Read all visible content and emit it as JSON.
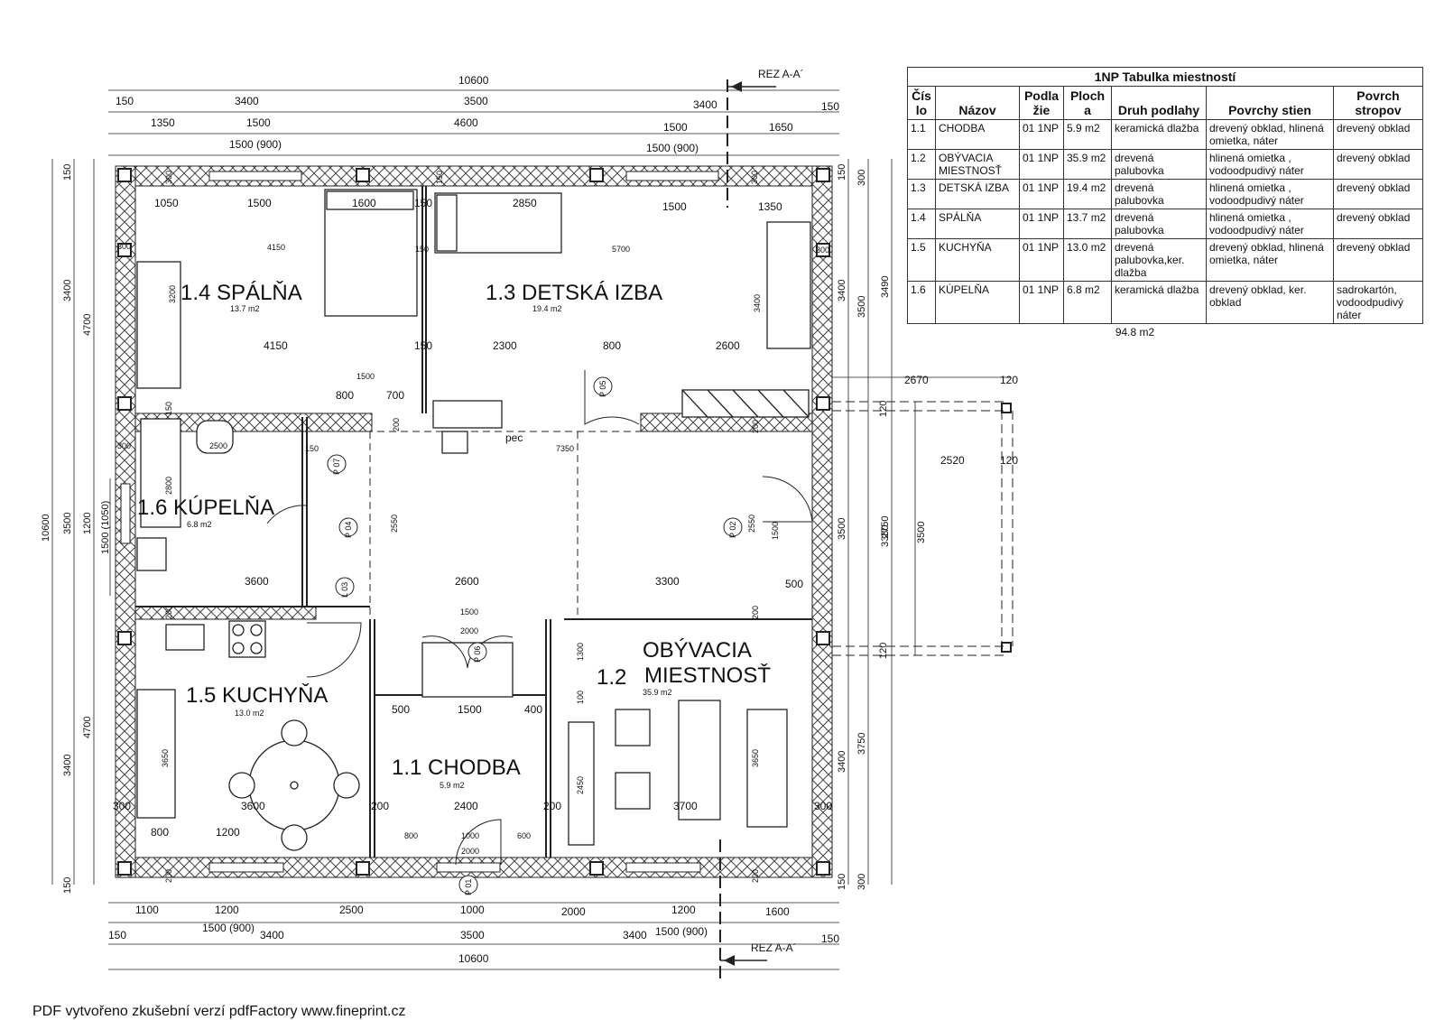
{
  "section_marks": {
    "top": "REZ A-A´",
    "bottom": "REZ A-A´"
  },
  "rooms": [
    {
      "number": "1.4",
      "name": "SPÁLŇA",
      "area": "13.7 m2"
    },
    {
      "number": "1.3",
      "name": "DETSKÁ IZBA",
      "area": "19.4 m2"
    },
    {
      "number": "1.6",
      "name": "KÚPELŇA",
      "area": "6.8 m2"
    },
    {
      "number": "1.5",
      "name": "KUCHYŇA",
      "area": "13.0 m2"
    },
    {
      "number": "1.1",
      "name": "CHODBA",
      "area": "5.9 m2"
    },
    {
      "number": "1.2",
      "name": "OBÝVACIA",
      "name_line2": "MIESTNOSŤ",
      "area": "35.9 m2"
    }
  ],
  "top_dimensions": {
    "overall": "10600",
    "row1": [
      "150",
      "3400",
      "3500",
      "3400",
      "150"
    ],
    "row2": [
      "1350",
      "1500",
      "4600",
      "1500",
      "1650"
    ],
    "row3": [
      "1500 (900)",
      "1500 (900)"
    ]
  },
  "bottom_dimensions": {
    "overall": "10600",
    "row1": [
      "1100",
      "1200",
      "2500",
      "1000",
      "2000",
      "1200",
      "1600"
    ],
    "row2": [
      "1500 (900)",
      "1500 (900)"
    ],
    "row3": [
      "150",
      "3400",
      "3500",
      "3400",
      "150"
    ]
  },
  "left_dimensions": {
    "overall": "10600",
    "col1": [
      "150",
      "3400",
      "3500",
      "3400",
      "150"
    ],
    "col2": [
      "4700",
      "1200",
      "4700"
    ],
    "col3": [
      "1500 (1050)"
    ]
  },
  "right_dimensions": {
    "col1": [
      "150",
      "3400",
      "3500",
      "3400",
      "150"
    ],
    "col2": [
      "300",
      "3500",
      "2750",
      "3750",
      "300"
    ],
    "col3": [
      "3490",
      "3380"
    ],
    "terrace": [
      "2670",
      "120",
      "120",
      "2520",
      "120",
      "3500",
      "120"
    ]
  },
  "interior_dimensions": [
    "1050",
    "1500",
    "1600",
    "150",
    "2850",
    "1500",
    "1350",
    "4150",
    "150",
    "5700",
    "300",
    "300",
    "3200",
    "3400",
    "4150",
    "150",
    "2300",
    "800",
    "2600",
    "1500",
    "800",
    "700",
    "200",
    "pec",
    "7350",
    "150",
    "2500",
    "2800",
    "2550",
    "2550",
    "1500",
    "500",
    "3600",
    "2600",
    "3300",
    "1500",
    "2000",
    "1300",
    "100",
    "200",
    "200",
    "500",
    "1500",
    "400",
    "3650",
    "3650",
    "2450",
    "300",
    "3600",
    "200",
    "2400",
    "200",
    "3700",
    "300",
    "800",
    "1200",
    "800",
    "1000",
    "600",
    "2000",
    "300",
    "300",
    "300",
    "150",
    "150",
    "200",
    "200",
    "200"
  ],
  "door_tags": [
    "P 05",
    "P 07",
    "P 04",
    "L 03",
    "P 06",
    "P 01",
    "P 02"
  ],
  "room_table": {
    "title": "1NP Tabulka miestností",
    "headers": [
      "Čís lo",
      "Názov",
      "Podla žie",
      "Ploch a",
      "Druh podlahy",
      "Povrchy stien",
      "Povrch stropov"
    ],
    "rows": [
      [
        "1.1",
        "CHODBA",
        "01 1NP",
        "5.9 m2",
        "keramická dlažba",
        "drevený obklad, hlinená omietka, náter",
        "drevený obklad"
      ],
      [
        "1.2",
        "OBÝVACIA MIESTNOSŤ",
        "01 1NP",
        "35.9 m2",
        "drevená palubovka",
        "hlinená omietka , vodoodpudivý náter",
        "drevený obklad"
      ],
      [
        "1.3",
        "DETSKÁ IZBA",
        "01 1NP",
        "19.4 m2",
        "drevená palubovka",
        "hlinená omietka , vodoodpudivý náter",
        "drevený obklad"
      ],
      [
        "1.4",
        "SPÁLŇA",
        "01 1NP",
        "13.7 m2",
        "drevená palubovka",
        "hlinená omietka , vodoodpudivý náter",
        "drevený obklad"
      ],
      [
        "1.5",
        "KUCHYŇA",
        "01 1NP",
        "13.0 m2",
        "drevená palubovka,ker. dlažba",
        "drevený obklad, hlinená omietka, náter",
        "drevený obklad"
      ],
      [
        "1.6",
        "KÚPELŇA",
        "01 1NP",
        "6.8 m2",
        "keramická dlažba",
        "drevený obklad, ker. obklad",
        "sadrokartón, vodoodpudivý náter"
      ]
    ],
    "total": "94.8 m2"
  },
  "footer_note": "PDF vytvořeno zkušební verzí pdfFactory www.fineprint.cz",
  "colors": {
    "line": "#222222",
    "hatch": "#444444",
    "paper": "#ffffff"
  }
}
